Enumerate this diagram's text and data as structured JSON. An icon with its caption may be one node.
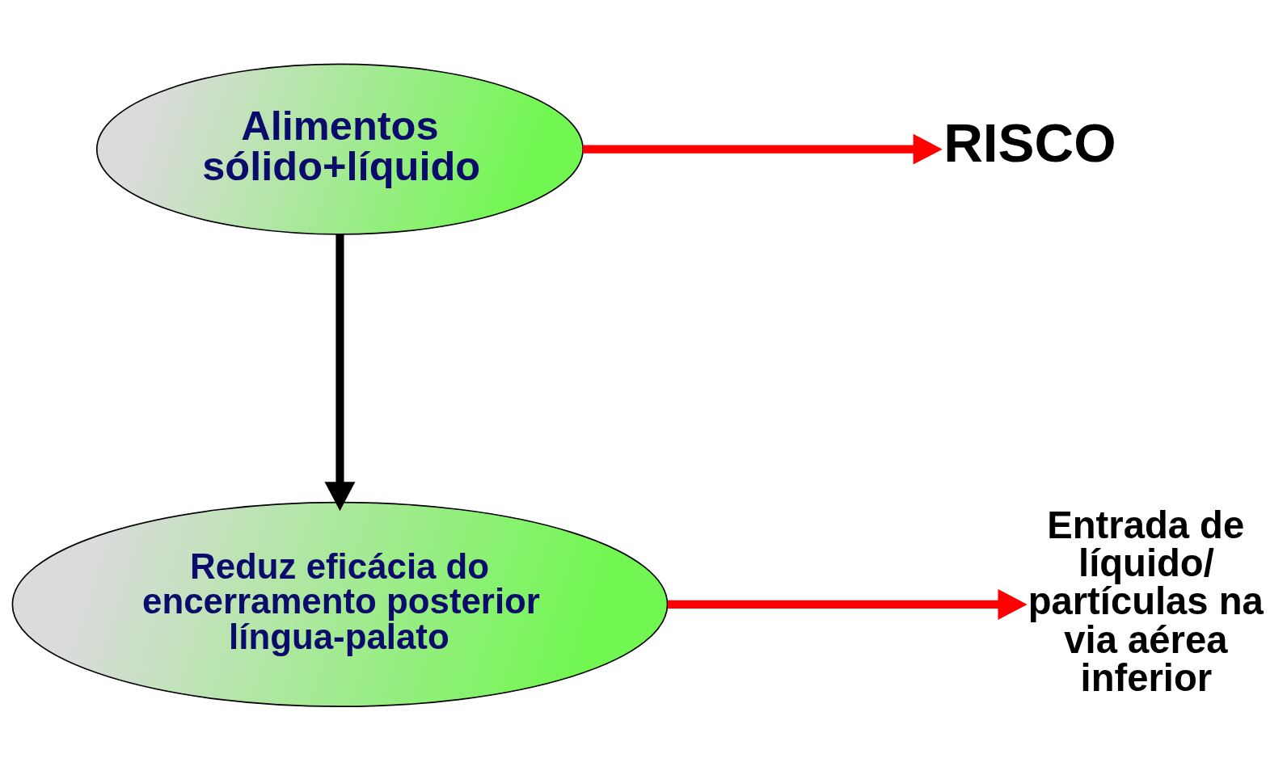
{
  "diagram": {
    "nodes": [
      {
        "text": [
          "Alimentos",
          "sólido+líquido"
        ]
      },
      {
        "text": [
          "RISCO"
        ]
      },
      {
        "text": [
          "Reduz eficácia do encerramento posterior língua-palato"
        ]
      },
      {
        "text": [
          "Entrada de líquido/ partículas na via aérea inferior"
        ]
      }
    ],
    "edges": [
      {
        "from": 0,
        "to": 1,
        "arrow": "to"
      },
      {
        "from": 0,
        "to": 2,
        "arrow": "to",
        "color": "#000000"
      },
      {
        "from": 2,
        "to": 3,
        "arrow": "to"
      }
    ]
  }
}
